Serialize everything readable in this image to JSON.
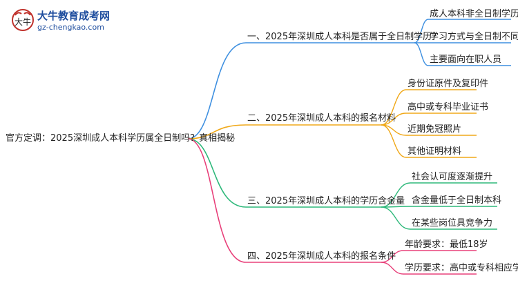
{
  "logo": {
    "title": "大牛教育成考网",
    "url": "gz-chengkao.com",
    "mark_text": "大牛"
  },
  "root": {
    "label": "官方定调：2025深圳成人本科学历属全日制吗？真相揭秘"
  },
  "branches": [
    {
      "label": "一、2025年深圳成人本科是否属于全日制学历？",
      "color": "#3d8fe0",
      "children": [
        "成人本科非全日制学历",
        "学习方式与全日制不同",
        "主要面向在职人员"
      ]
    },
    {
      "label": "二、2025年深圳成人本科的报名材料",
      "color": "#f0a818",
      "children": [
        "身份证原件及复印件",
        "高中或专科毕业证书",
        "近期免冠照片",
        "其他证明材料"
      ]
    },
    {
      "label": "三、2025年深圳成人本科的学历含金量",
      "color": "#2db87a",
      "children": [
        "社会认可度逐渐提升",
        "含金量低于全日制本科",
        "在某些岗位具竞争力"
      ]
    },
    {
      "label": "四、2025年深圳成人本科的报名条件",
      "color": "#e8407a",
      "children": [
        "年龄要求：最低18岁",
        "学历要求：高中或专科相应学历"
      ]
    }
  ]
}
